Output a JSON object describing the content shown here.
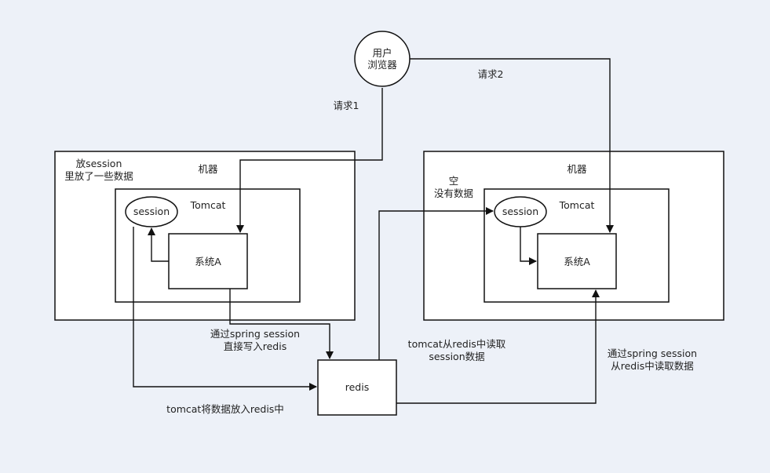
{
  "nodes": {
    "browser": "用户\n浏览器",
    "machine_left": "机器",
    "machine_right": "机器",
    "tomcat_left": "Tomcat",
    "tomcat_right": "Tomcat",
    "session_left": "session",
    "session_right": "session",
    "system_left": "系统A",
    "system_right": "系统A",
    "redis": "redis"
  },
  "notes": {
    "left_machine_note": "放session\n里放了一些数据",
    "right_machine_note": "空\n没有数据"
  },
  "edge_labels": {
    "request1": "请求1",
    "request2": "请求2",
    "spring_write": "通过spring session\n直接写入redis",
    "tomcat_read": "tomcat从redis中读取\nsession数据",
    "spring_read": "通过spring session\n从redis中读取数据",
    "tomcat_put": "tomcat将数据放入redis中"
  }
}
